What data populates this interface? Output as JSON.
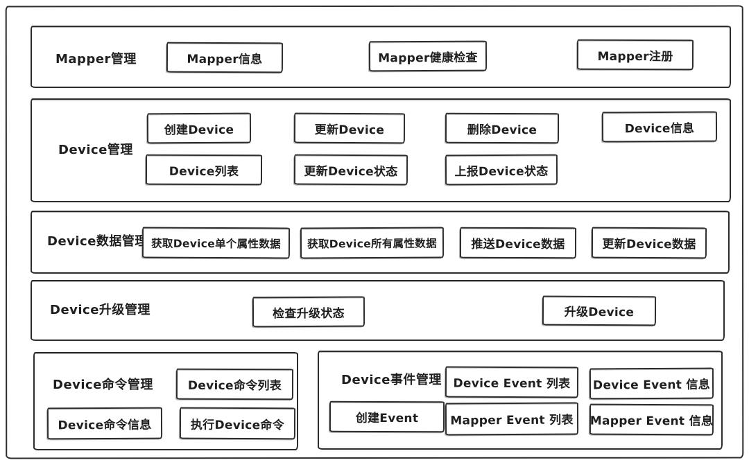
{
  "canvas": {
    "background": "#ffffff",
    "stroke_color": "#2d2d2d",
    "style": "hand-drawn-sketch"
  },
  "sections": [
    {
      "label": "Mapper管理",
      "buttons": [
        "Mapper信息",
        "Mapper健康检查",
        "Mapper注册"
      ]
    },
    {
      "label": "Device管理",
      "buttons": [
        "创建Device",
        "更新Device",
        "删除Device",
        "Device信息",
        "Device列表",
        "更新Device状态",
        "上报Device状态"
      ]
    },
    {
      "label": "Device数据管理",
      "buttons": [
        "获取Device单个属性数据",
        "获取Device所有属性数据",
        "推送Device数据",
        "更新Device数据"
      ]
    },
    {
      "label": "Device升级管理",
      "buttons": [
        "检查升级状态",
        "升级Device"
      ]
    },
    {
      "label": "Device命令管理",
      "buttons": [
        "Device命令列表",
        "Device命令信息",
        "执行Device命令"
      ]
    },
    {
      "label": "Device事件管理",
      "buttons": [
        "Device Event 列表",
        "Device Event 信息",
        "创建Event",
        "Mapper Event 列表",
        "Mapper Event 信息"
      ]
    }
  ]
}
